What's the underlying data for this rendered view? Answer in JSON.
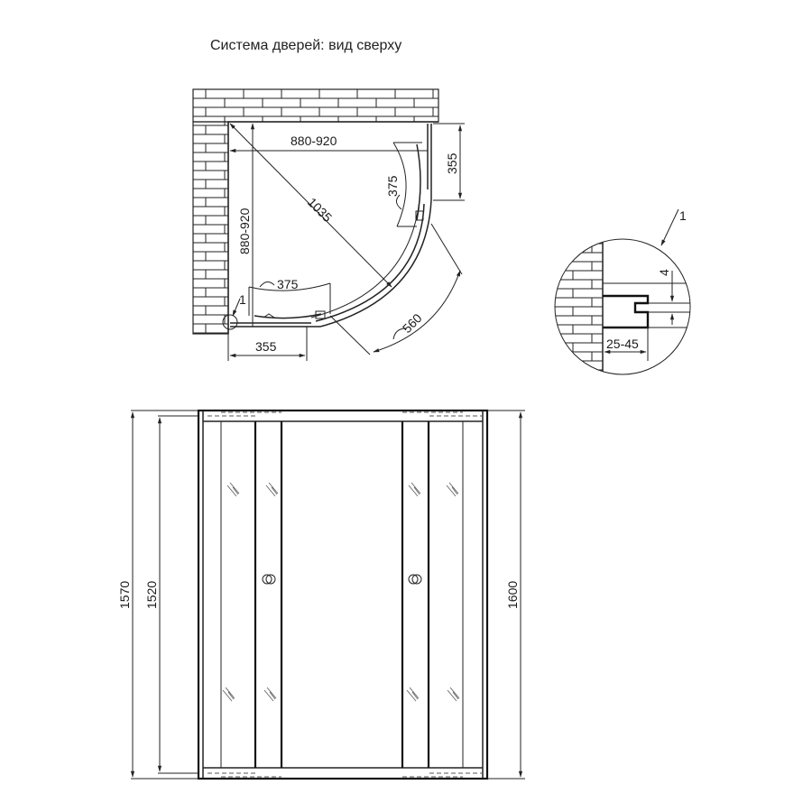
{
  "title": "Система дверей: вид сверху",
  "top_view": {
    "width_label": "880-920",
    "depth_label": "880-920",
    "diagonal_label": "1035",
    "door_arc_right_label": "375",
    "door_arc_bottom_label": "375",
    "side_panel_right_label": "355",
    "side_panel_bottom_label": "355",
    "front_arc_label": "560",
    "callout_marker": "1"
  },
  "detail_view": {
    "callout_marker": "1",
    "gap_label": "4",
    "profile_range_label": "25-45"
  },
  "front_view": {
    "height_outer_left_label": "1570",
    "height_inner_left_label": "1520",
    "height_right_label": "1600"
  },
  "colors": {
    "line": "#222222",
    "background": "#ffffff"
  }
}
